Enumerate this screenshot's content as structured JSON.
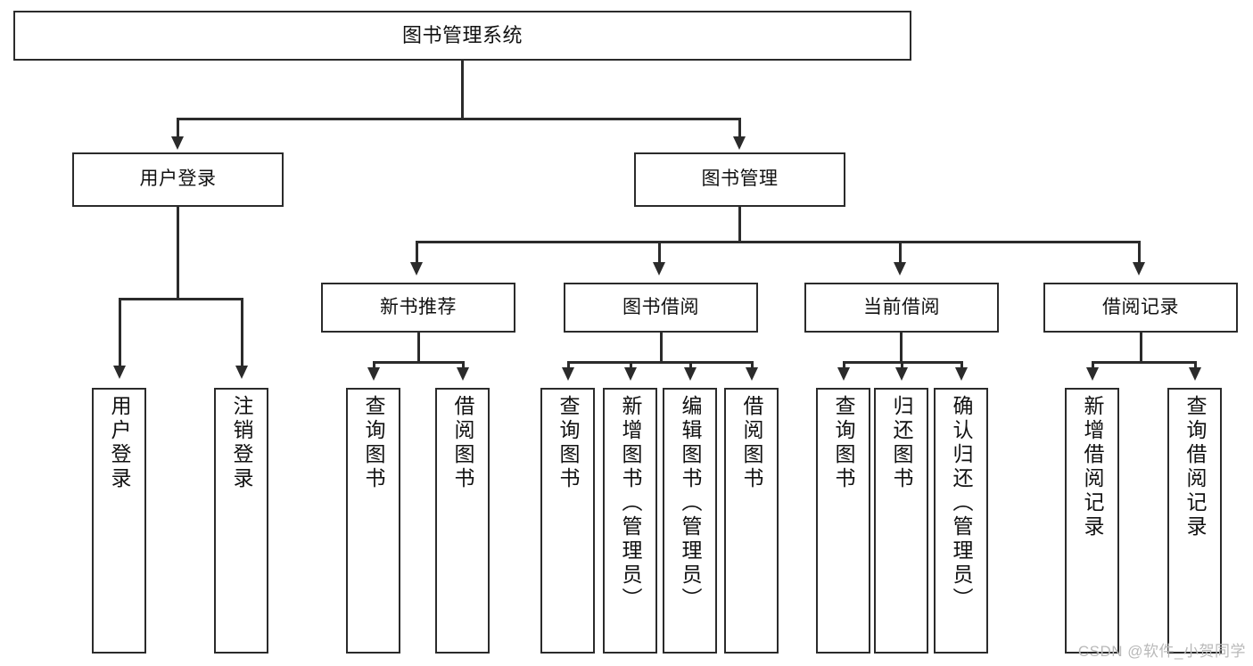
{
  "diagram": {
    "title": "图书管理系统",
    "root": {
      "label": "图书管理系统"
    },
    "level2": [
      {
        "label": "用户登录"
      },
      {
        "label": "图书管理"
      }
    ],
    "level3": [
      {
        "label": "新书推荐"
      },
      {
        "label": "图书借阅"
      },
      {
        "label": "当前借阅"
      },
      {
        "label": "借阅记录"
      }
    ],
    "leaves": {
      "user_login": [
        {
          "label": "用户登录"
        },
        {
          "label": "注销登录"
        }
      ],
      "new_book_recommend": [
        {
          "label": "查询图书"
        },
        {
          "label": "借阅图书"
        }
      ],
      "book_borrow": [
        {
          "label": "查询图书"
        },
        {
          "label": "新增图书（管理员）"
        },
        {
          "label": "编辑图书（管理员）"
        },
        {
          "label": "借阅图书"
        }
      ],
      "current_borrow": [
        {
          "label": "查询图书"
        },
        {
          "label": "归还图书"
        },
        {
          "label": "确认归还（管理员）"
        }
      ],
      "borrow_record": [
        {
          "label": "新增借阅记录"
        },
        {
          "label": "查询借阅记录"
        }
      ]
    }
  },
  "watermark": {
    "text": "CSDN @软件_小贺同学"
  },
  "colors": {
    "border": "#2b2b2b",
    "background": "#ffffff",
    "text": "#111111",
    "watermark": "#b9b9b9"
  }
}
